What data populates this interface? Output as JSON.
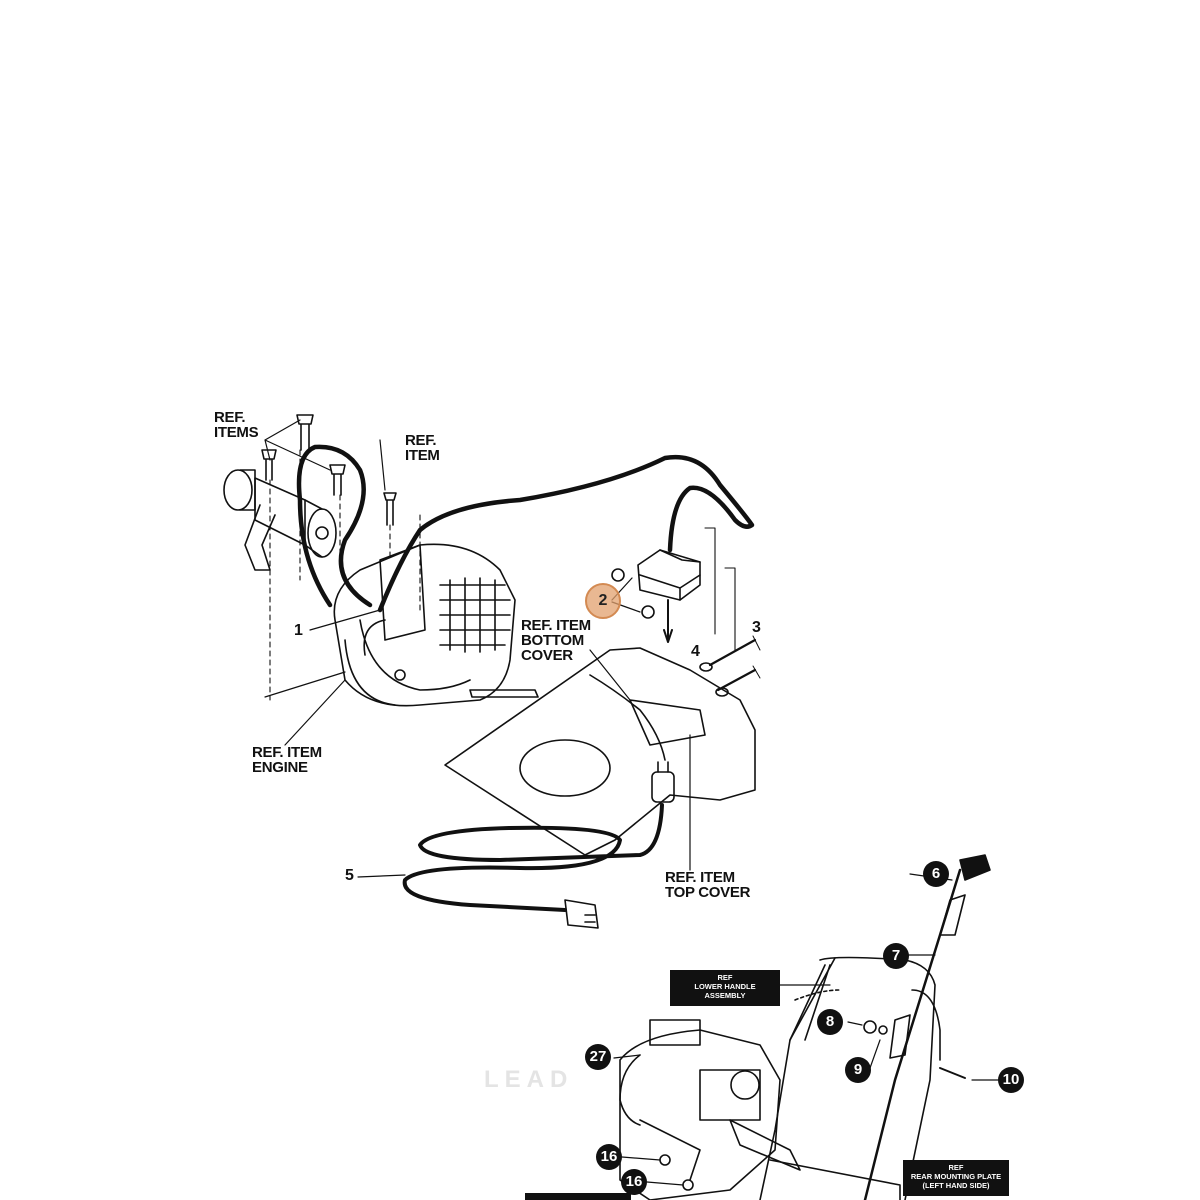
{
  "labels": {
    "ref_items": "REF.\nITEMS",
    "ref_item_top": "REF.\nITEM",
    "ref_item_bottom_cover": "REF. ITEM\nBOTTOM\nCOVER",
    "ref_item_engine": "REF. ITEM\nENGINE",
    "ref_item_top_cover": "REF. ITEM\nTOP COVER"
  },
  "callouts": {
    "c1": "1",
    "c2": "2",
    "c3": "3",
    "c4": "4",
    "c5": "5"
  },
  "badges": {
    "b6": "6",
    "b7": "7",
    "b8": "8",
    "b9": "9",
    "b10": "10",
    "b27": "27",
    "b16a": "16",
    "b16b": "16"
  },
  "boxes": {
    "lower_handle": "REF\nLOWER HANDLE\nASSEMBLY",
    "rear_mounting": "REF\nREAR MOUNTING PLATE\n(LEFT HAND SIDE)"
  },
  "watermark": "LEAD",
  "colors": {
    "ink": "#111111",
    "highlight": "#e2a06e"
  }
}
